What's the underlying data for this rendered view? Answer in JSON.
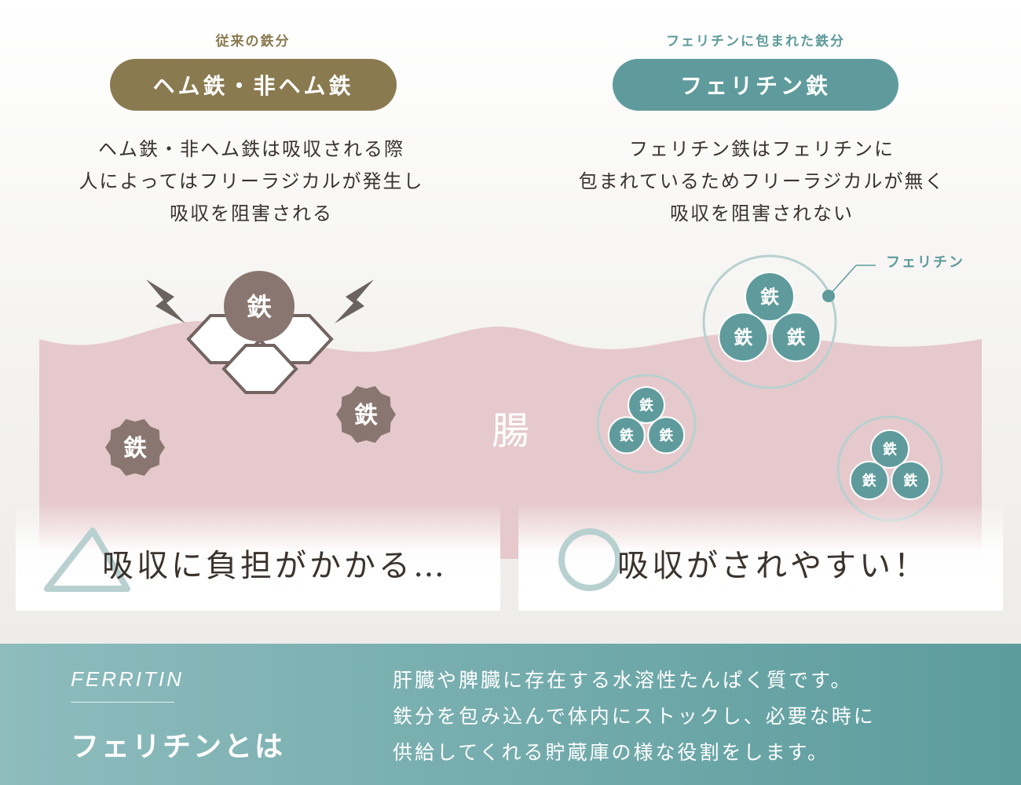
{
  "colors": {
    "brown": "#8a7a4f",
    "teal": "#5f9b9c",
    "intestine": "#e8c8cb",
    "iron_brown": "#8a7670"
  },
  "left": {
    "label": "従来の鉄分",
    "pill": "ヘム鉄・非ヘム鉄",
    "description": [
      "ヘム鉄・非ヘム鉄は吸収される際",
      "人によってはフリーラジカルが発生し",
      "吸収を阻害される"
    ],
    "result": "吸収に負担がかかる…"
  },
  "right": {
    "label": "フェリチンに包まれた鉄分",
    "pill": "フェリチン鉄",
    "description": [
      "フェリチン鉄はフェリチンに",
      "包まれているためフリーラジカルが無く",
      "吸収を阻害されない"
    ],
    "result": "吸収がされやすい！"
  },
  "diagram": {
    "intestine_label": "腸",
    "iron_label": "鉄",
    "ferritin_callout": "フェリチン"
  },
  "footer": {
    "en_title": "FERRITIN",
    "title": "フェリチンとは",
    "body": [
      "肝臓や脾臓に存在する水溶性たんぱく質です。",
      "鉄分を包み込んで体内にストックし、必要な時に",
      "供給してくれる貯蔵庫の様な役割をします。"
    ]
  }
}
